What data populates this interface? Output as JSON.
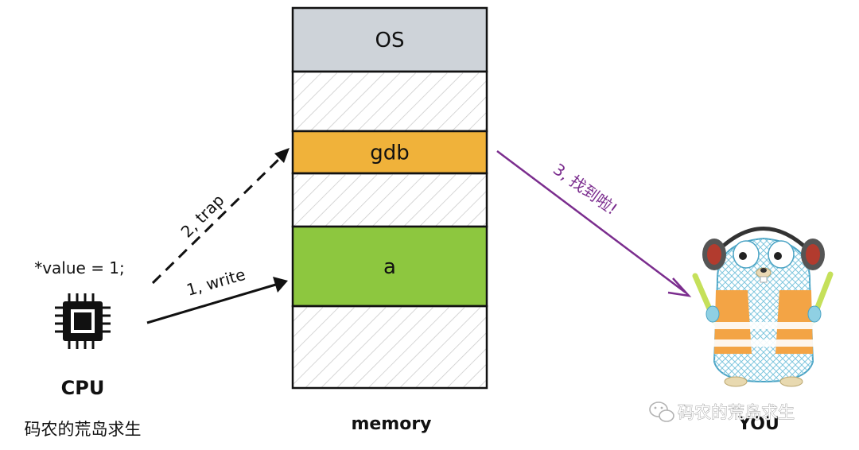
{
  "memory": {
    "label": "memory",
    "blocks": [
      {
        "kind": "labeled",
        "label": "OS",
        "color": "#ced3d9"
      },
      {
        "kind": "hatched",
        "label": "",
        "color": ""
      },
      {
        "kind": "labeled",
        "label": "gdb",
        "color": "#f0b23a"
      },
      {
        "kind": "hatched",
        "label": "",
        "color": ""
      },
      {
        "kind": "labeled",
        "label": "a",
        "color": "#8dc73f"
      },
      {
        "kind": "hatched",
        "label": "",
        "color": ""
      }
    ]
  },
  "cpu": {
    "code": "*value = 1;",
    "label": "CPU",
    "icon": "chip-icon"
  },
  "arrows": {
    "write": "1, write",
    "trap": "2, trap",
    "found": "3, 找到啦!",
    "found_color": "#7b2d8e"
  },
  "you": {
    "label": "YOU",
    "icon": "gopher-mascot-icon"
  },
  "footer": {
    "left_caption": "码农的荒岛求生",
    "watermark": "码农的荒岛求生",
    "watermark_icon": "wechat-icon"
  }
}
